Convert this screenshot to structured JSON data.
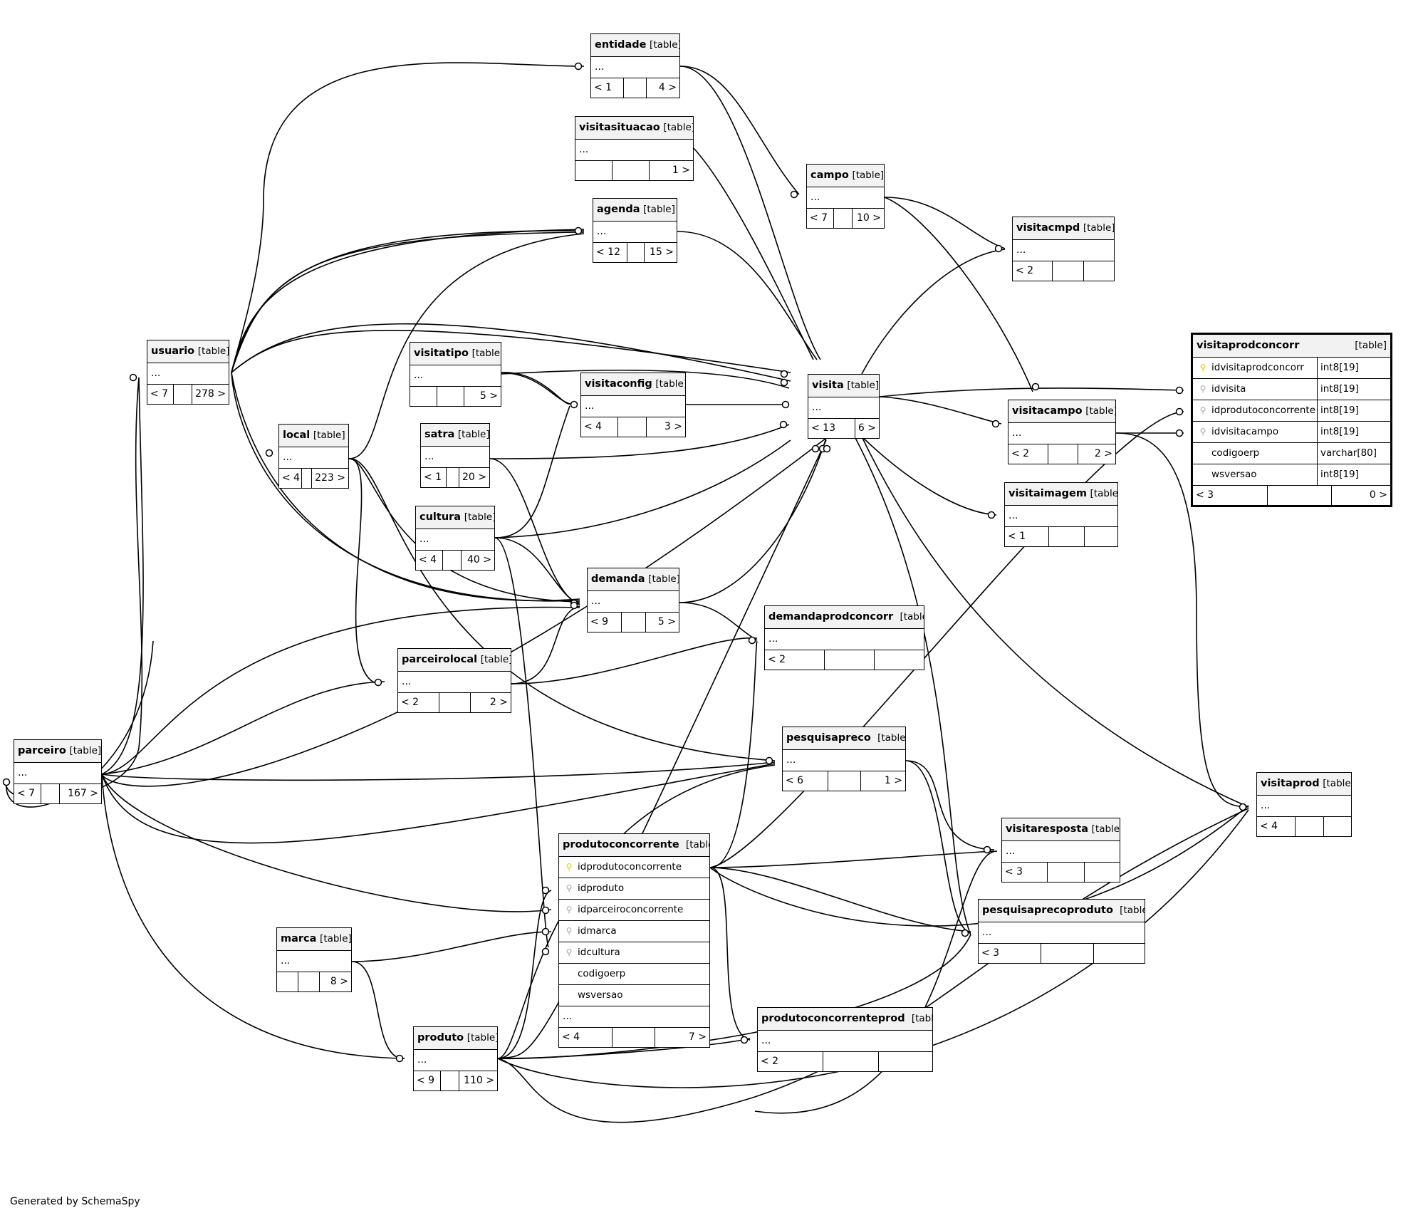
{
  "footer": "Generated by SchemaSpy",
  "tables": {
    "entidade": {
      "name": "entidade",
      "type": "[table]",
      "ellipsis": "...",
      "stats": [
        "< 1",
        "",
        "4 >"
      ]
    },
    "visitasituacao": {
      "name": "visitasituacao",
      "type": "[table]",
      "ellipsis": "...",
      "stats": [
        "",
        "",
        "1 >"
      ]
    },
    "campo": {
      "name": "campo",
      "type": "[table]",
      "ellipsis": "...",
      "stats": [
        "< 7",
        "",
        "10 >"
      ]
    },
    "agenda": {
      "name": "agenda",
      "type": "[table]",
      "ellipsis": "...",
      "stats": [
        "< 12",
        "",
        "15 >"
      ]
    },
    "visitacmpd": {
      "name": "visitacmpd",
      "type": "[table]",
      "ellipsis": "...",
      "stats": [
        "< 2",
        "",
        ""
      ]
    },
    "usuario": {
      "name": "usuario",
      "type": "[table]",
      "ellipsis": "...",
      "stats": [
        "< 7",
        "",
        "278 >"
      ]
    },
    "visitatipo": {
      "name": "visitatipo",
      "type": "[table]",
      "ellipsis": "...",
      "stats": [
        "",
        "",
        "5 >"
      ]
    },
    "visitaconfig": {
      "name": "visitaconfig",
      "type": "[table]",
      "ellipsis": "...",
      "stats": [
        "< 4",
        "",
        "3 >"
      ]
    },
    "visita": {
      "name": "visita",
      "type": "[table]",
      "ellipsis": "...",
      "stats": [
        "< 13",
        "6 >"
      ]
    },
    "local": {
      "name": "local",
      "type": "[table]",
      "ellipsis": "...",
      "stats": [
        "< 4",
        "",
        "223 >"
      ]
    },
    "satra": {
      "name": "satra",
      "type": "[table]",
      "ellipsis": "...",
      "stats": [
        "< 1",
        "",
        "20 >"
      ]
    },
    "visitacampo": {
      "name": "visitacampo",
      "type": "[table]",
      "ellipsis": "...",
      "stats": [
        "< 2",
        "",
        "2 >"
      ]
    },
    "visitaimagem": {
      "name": "visitaimagem",
      "type": "[table]",
      "ellipsis": "...",
      "stats": [
        "< 1",
        "",
        ""
      ]
    },
    "cultura": {
      "name": "cultura",
      "type": "[table]",
      "ellipsis": "...",
      "stats": [
        "< 4",
        "",
        "40 >"
      ]
    },
    "demanda": {
      "name": "demanda",
      "type": "[table]",
      "ellipsis": "...",
      "stats": [
        "< 9",
        "",
        "5 >"
      ]
    },
    "demandaprodconcorr": {
      "name": "demandaprodconcorr",
      "type": "[table]",
      "ellipsis": "...",
      "stats": [
        "< 2",
        "",
        ""
      ]
    },
    "parceirolocal": {
      "name": "parceirolocal",
      "type": "[table]",
      "ellipsis": "...",
      "stats": [
        "< 2",
        "",
        "2 >"
      ]
    },
    "parceiro": {
      "name": "parceiro",
      "type": "[table]",
      "ellipsis": "...",
      "stats": [
        "< 7",
        "",
        "167 >"
      ]
    },
    "pesquisapreco": {
      "name": "pesquisapreco",
      "type": "[table]",
      "ellipsis": "...",
      "stats": [
        "< 6",
        "",
        "1 >"
      ]
    },
    "visitaprod": {
      "name": "visitaprod",
      "type": "[table]",
      "ellipsis": "...",
      "stats": [
        "< 4",
        "",
        ""
      ]
    },
    "visitaresposta": {
      "name": "visitaresposta",
      "type": "[table]",
      "ellipsis": "...",
      "stats": [
        "< 3",
        "",
        ""
      ]
    },
    "pesquisaprecoproduto": {
      "name": "pesquisaprecoproduto",
      "type": "[table]",
      "ellipsis": "...",
      "stats": [
        "< 3",
        "",
        ""
      ]
    },
    "marca": {
      "name": "marca",
      "type": "[table]",
      "ellipsis": "...",
      "stats": [
        "",
        "",
        "8 >"
      ]
    },
    "produto": {
      "name": "produto",
      "type": "[table]",
      "ellipsis": "...",
      "stats": [
        "< 9",
        "",
        "110 >"
      ]
    },
    "produtoconcorrenteprod": {
      "name": "produtoconcorrenteprod",
      "type": "[table]",
      "ellipsis": "...",
      "stats": [
        "< 2",
        "",
        ""
      ]
    }
  },
  "produtoconcorrente": {
    "name": "produtoconcorrente",
    "type": "[table]",
    "columns": [
      {
        "name": "idprodutoconcorrente",
        "key": "pk"
      },
      {
        "name": "idproduto",
        "key": "fk"
      },
      {
        "name": "idparceiroconcorrente",
        "key": "fk"
      },
      {
        "name": "idmarca",
        "key": "fk"
      },
      {
        "name": "idcultura",
        "key": "fk"
      },
      {
        "name": "codigoerp",
        "key": "none"
      },
      {
        "name": "wsversao",
        "key": "none"
      }
    ],
    "ellipsis": "...",
    "stats": [
      "< 4",
      "",
      "7 >"
    ]
  },
  "visitaprodconcorr": {
    "name": "visitaprodconcorr",
    "type": "[table]",
    "columns": [
      {
        "name": "idvisitaprodconcorr",
        "type": "int8[19]",
        "key": "pk"
      },
      {
        "name": "idvisita",
        "type": "int8[19]",
        "key": "fk"
      },
      {
        "name": "idprodutoconcorrente",
        "type": "int8[19]",
        "key": "fk"
      },
      {
        "name": "idvisitacampo",
        "type": "int8[19]",
        "key": "fk"
      },
      {
        "name": "codigoerp",
        "type": "varchar[80]",
        "key": "none"
      },
      {
        "name": "wsversao",
        "type": "int8[19]",
        "key": "none"
      }
    ],
    "stats": [
      "< 3",
      "",
      "0 >"
    ]
  }
}
